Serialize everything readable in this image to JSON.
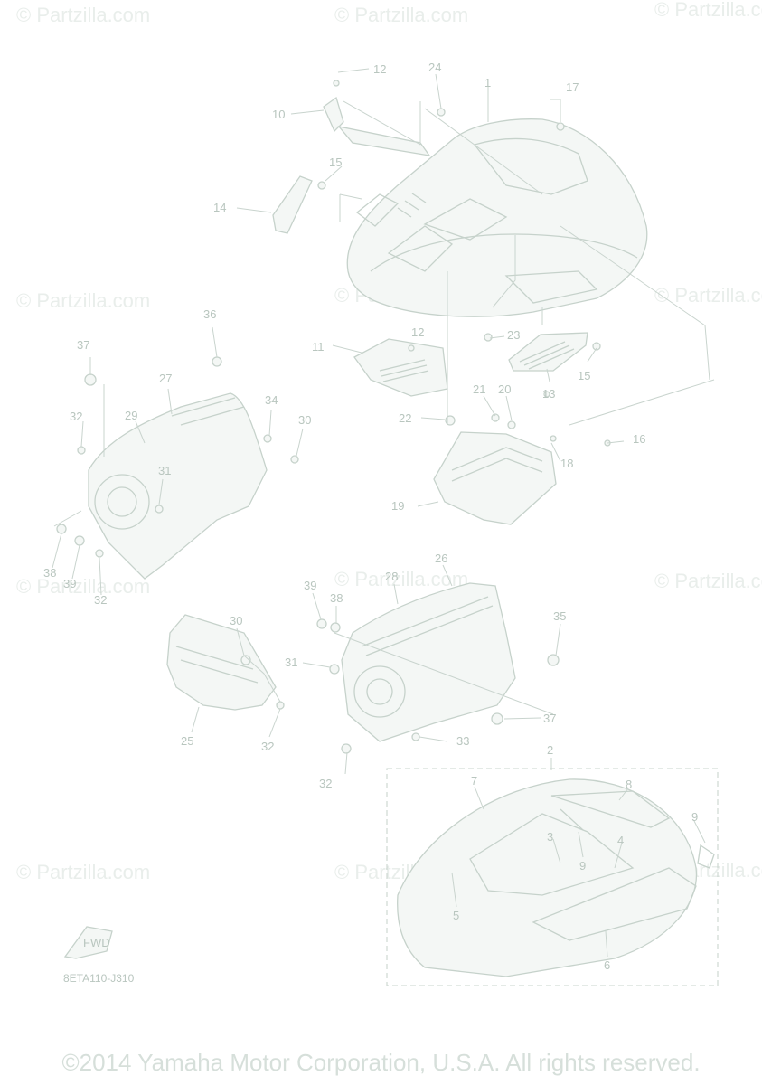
{
  "watermark": "© Partzilla.com",
  "sheet_code": "8ETA110-J310",
  "fwd_label": "FWD",
  "copyright": "©2014 Yamaha Motor Corporation, U.S.A. All rights reserved.",
  "callouts": [
    {
      "id": "c1",
      "label": "1"
    },
    {
      "id": "c2",
      "label": "2"
    },
    {
      "id": "c3",
      "label": "3"
    },
    {
      "id": "c4",
      "label": "4"
    },
    {
      "id": "c5",
      "label": "5"
    },
    {
      "id": "c6",
      "label": "6"
    },
    {
      "id": "c7",
      "label": "7"
    },
    {
      "id": "c8",
      "label": "8"
    },
    {
      "id": "c9a",
      "label": "9"
    },
    {
      "id": "c9b",
      "label": "9"
    },
    {
      "id": "c10",
      "label": "10"
    },
    {
      "id": "c11",
      "label": "11"
    },
    {
      "id": "c12a",
      "label": "12"
    },
    {
      "id": "c12b",
      "label": "12"
    },
    {
      "id": "c13",
      "label": "13"
    },
    {
      "id": "c14",
      "label": "14"
    },
    {
      "id": "c15a",
      "label": "15"
    },
    {
      "id": "c15b",
      "label": "15"
    },
    {
      "id": "c16",
      "label": "16"
    },
    {
      "id": "c17",
      "label": "17"
    },
    {
      "id": "c18",
      "label": "18"
    },
    {
      "id": "c19",
      "label": "19"
    },
    {
      "id": "c20",
      "label": "20"
    },
    {
      "id": "c21",
      "label": "21"
    },
    {
      "id": "c22",
      "label": "22"
    },
    {
      "id": "c23",
      "label": "23"
    },
    {
      "id": "c24",
      "label": "24"
    },
    {
      "id": "c25",
      "label": "25"
    },
    {
      "id": "c26",
      "label": "26"
    },
    {
      "id": "c27",
      "label": "27"
    },
    {
      "id": "c28",
      "label": "28"
    },
    {
      "id": "c29",
      "label": "29"
    },
    {
      "id": "c30a",
      "label": "30"
    },
    {
      "id": "c30b",
      "label": "30"
    },
    {
      "id": "c31a",
      "label": "31"
    },
    {
      "id": "c31b",
      "label": "31"
    },
    {
      "id": "c32a",
      "label": "32"
    },
    {
      "id": "c32b",
      "label": "32"
    },
    {
      "id": "c32c",
      "label": "32"
    },
    {
      "id": "c32d",
      "label": "32"
    },
    {
      "id": "c33",
      "label": "33"
    },
    {
      "id": "c34",
      "label": "34"
    },
    {
      "id": "c35",
      "label": "35"
    },
    {
      "id": "c36",
      "label": "36"
    },
    {
      "id": "c37a",
      "label": "37"
    },
    {
      "id": "c37b",
      "label": "37"
    },
    {
      "id": "c38a",
      "label": "38"
    },
    {
      "id": "c38b",
      "label": "38"
    },
    {
      "id": "c39a",
      "label": "39"
    },
    {
      "id": "c39b",
      "label": "39"
    }
  ]
}
